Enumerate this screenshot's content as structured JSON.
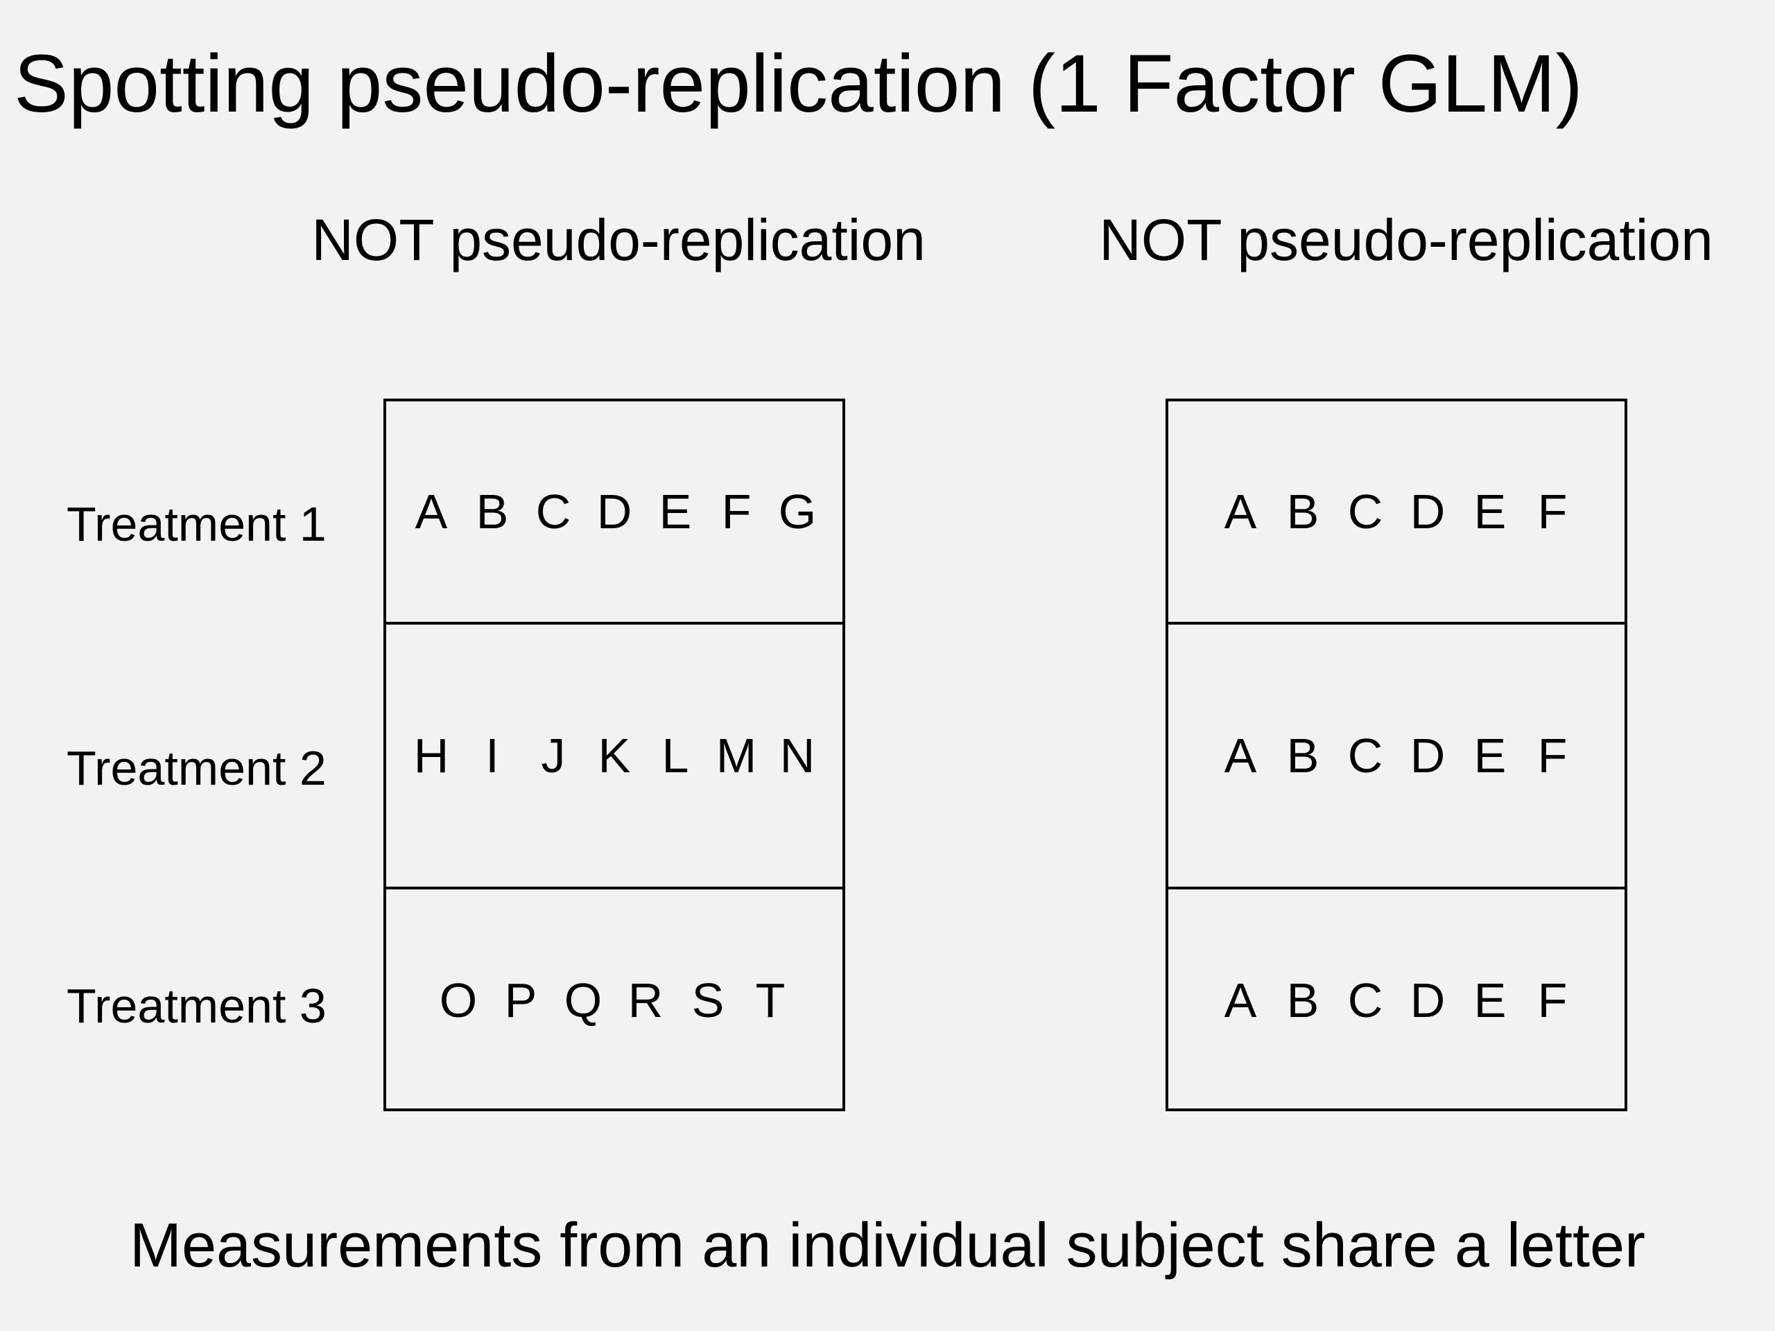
{
  "title": "Spotting pseudo-replication (1 Factor GLM)",
  "panels": [
    {
      "heading": "NOT pseudo-replication",
      "rows": [
        [
          "A",
          "B",
          "C",
          "D",
          "E",
          "F",
          "G"
        ],
        [
          "H",
          "I",
          "J",
          "K",
          "L",
          "M",
          "N"
        ],
        [
          "O",
          "P",
          "Q",
          "R",
          "S",
          "T"
        ]
      ]
    },
    {
      "heading": "NOT pseudo-replication",
      "rows": [
        [
          "A",
          "B",
          "C",
          "D",
          "E",
          "F"
        ],
        [
          "A",
          "B",
          "C",
          "D",
          "E",
          "F"
        ],
        [
          "A",
          "B",
          "C",
          "D",
          "E",
          "F"
        ]
      ]
    }
  ],
  "row_labels": [
    "Treatment 1",
    "Treatment 2",
    "Treatment 3"
  ],
  "footer": "Measurements from an individual subject share a letter"
}
